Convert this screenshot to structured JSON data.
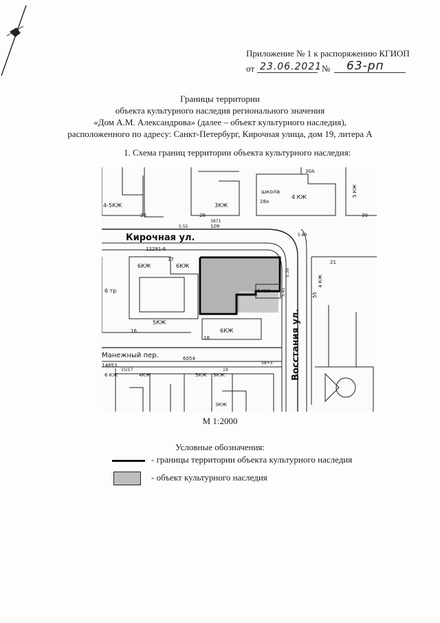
{
  "header": {
    "appendix": "Приложение № 1 к распоряжению КГИОП",
    "from_label": "от",
    "date": "23.06.2021",
    "number_label": "№",
    "number": "63-рп"
  },
  "title_lines": [
    "Границы территории",
    "объекта культурного наследия регионального значения",
    "«Дом А.М. Александрова» (далее – объект культурного наследия),",
    "расположенного по адресу: Санкт-Петербург, Кирочная улица, дом 19, литера А"
  ],
  "section_heading": "1.   Схема границ территории объекта культурного наследия:",
  "map": {
    "street_kirochnaya": "Кирочная ул.",
    "street_vosstaniya": "Восстания ул.",
    "lane_manezhny": "Манежный пер.",
    "labels": [
      "4-5КЖ",
      "3КЖ",
      "школа",
      "4 КЖ",
      "5 КЖ",
      "6КЖ",
      "6КЖ",
      "5КЖ",
      "6КЖ",
      "6 КЖ",
      "4 КЖ",
      "4КЖ",
      "5КЖ",
      "9КЖ",
      "3КЖ",
      "6 КЖ"
    ],
    "numbers": [
      "26",
      "28",
      "28а",
      "30",
      "30А",
      "16",
      "18",
      "17",
      "21",
      "55",
      "15/17",
      "19",
      "109",
      "3871",
      "12291-6",
      "6054",
      "14853",
      "5.55",
      "5.89",
      "5.39",
      "5.41",
      "58+3",
      "6 тр"
    ]
  },
  "scale": "М 1:2000",
  "legend": {
    "title": "Условные обозначения:",
    "items": [
      "- границы территории объекта культурного наследия",
      "- объект культурного наследия"
    ]
  }
}
